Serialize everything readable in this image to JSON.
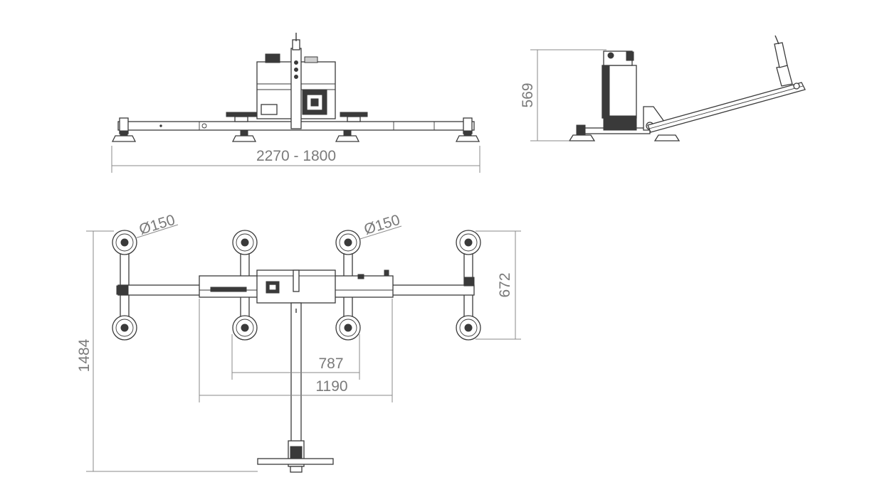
{
  "colors": {
    "line": "#3a3a3a",
    "dimension": "#8a8a8a",
    "dimension_text": "#7a7a7a",
    "background": "#ffffff"
  },
  "dimensions": {
    "front_width": "2270 - 1800",
    "side_height": "569",
    "pad_diameter_left": "Ø150",
    "pad_diameter_right": "Ø150",
    "top_depth": "672",
    "top_length": "1484",
    "inner_pad_spacing": "787",
    "beam_center": "1190"
  }
}
